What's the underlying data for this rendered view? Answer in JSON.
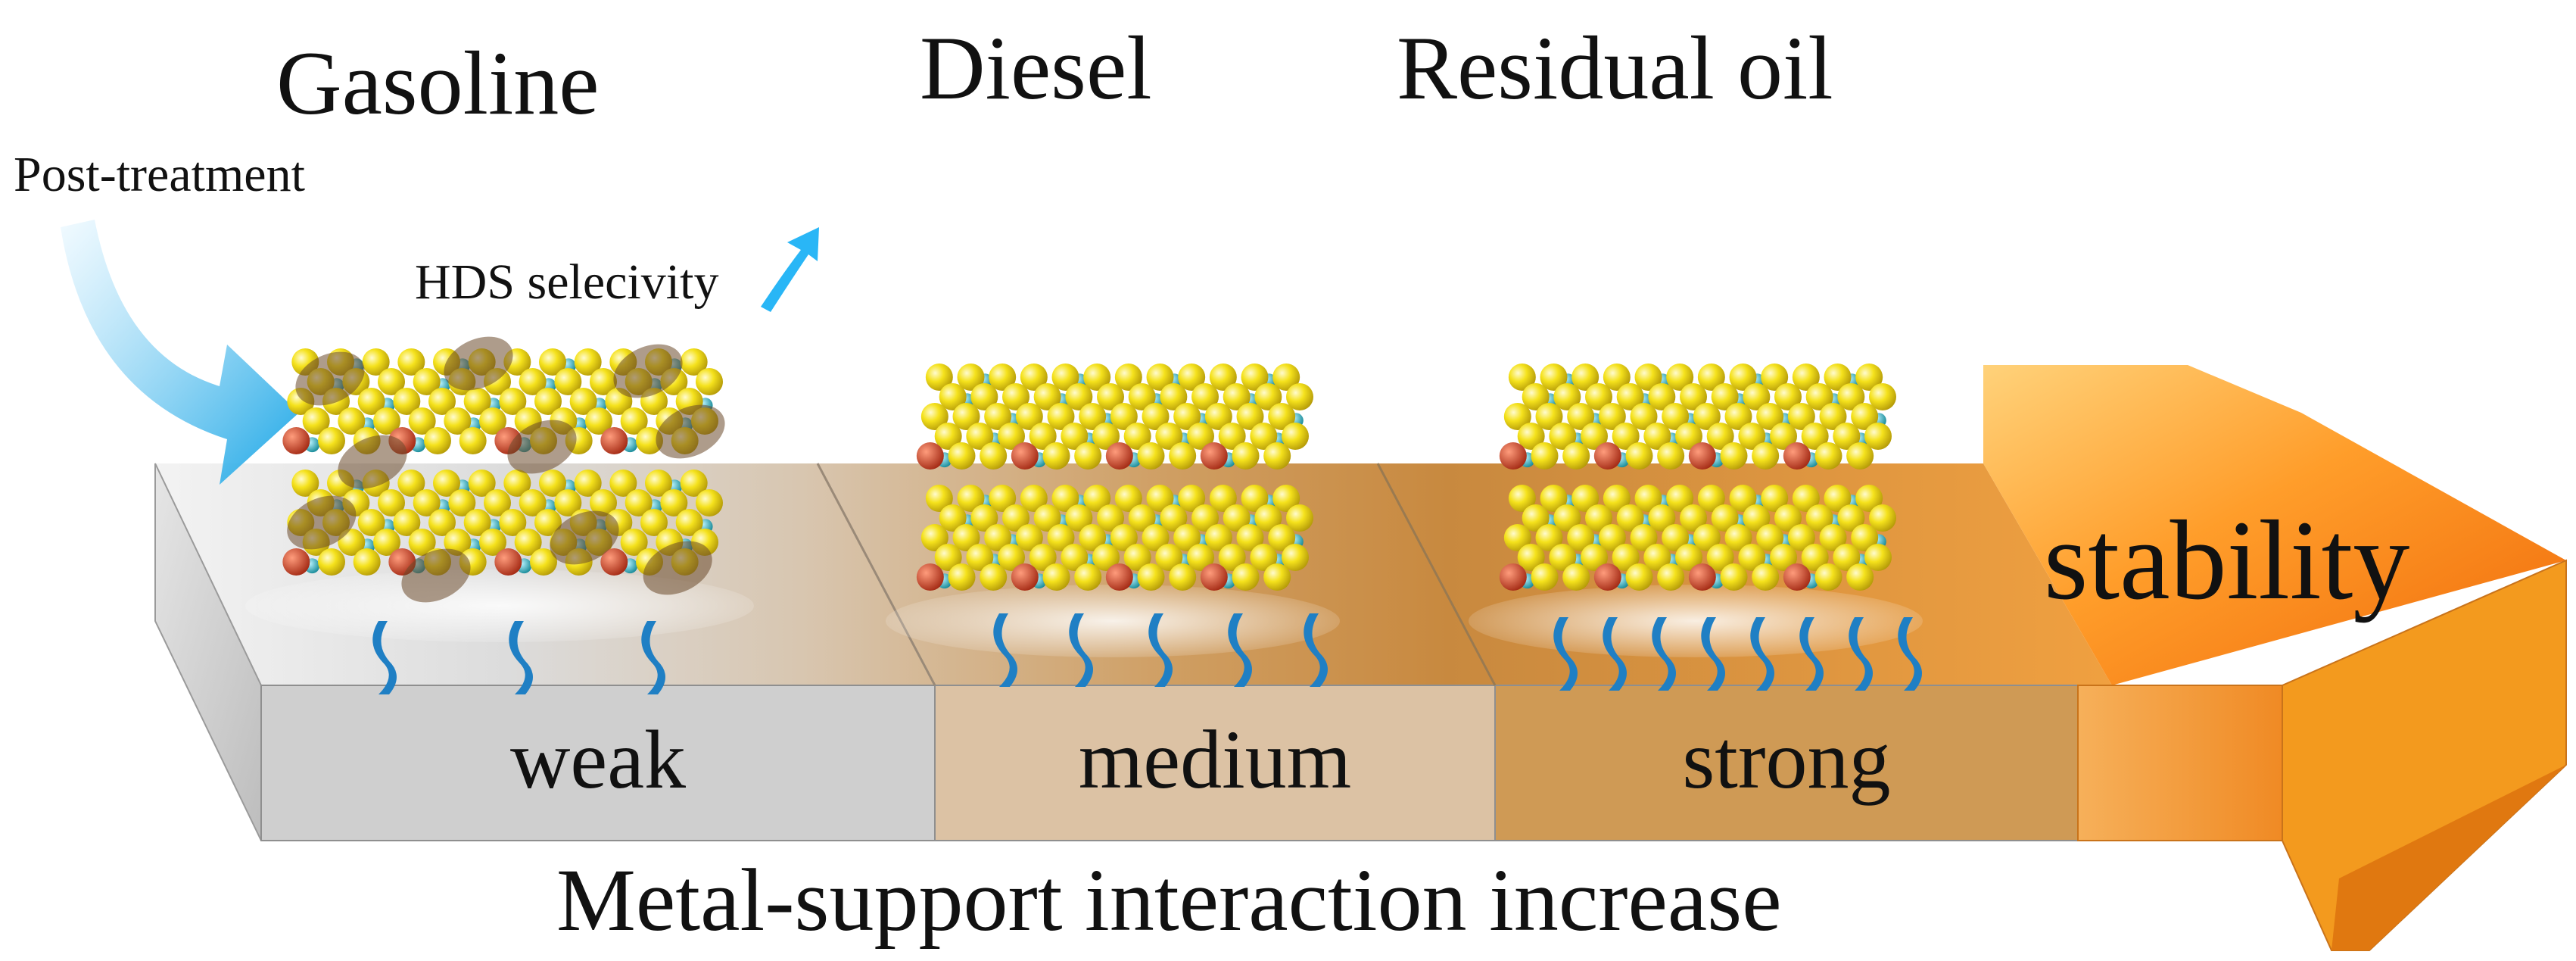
{
  "fuels": [
    {
      "key": "gasoline",
      "label": "Gasoline"
    },
    {
      "key": "diesel",
      "label": "Diesel"
    },
    {
      "key": "residual",
      "label": "Residual oil"
    }
  ],
  "annotations": {
    "post_treatment": "Post-treatment",
    "hds_selectivity": "HDS selecivity"
  },
  "segments": [
    {
      "key": "weak",
      "label": "weak",
      "color": "#cfcfcf"
    },
    {
      "key": "medium",
      "label": "medium",
      "color": "#dcc2a4"
    },
    {
      "key": "strong",
      "label": "strong",
      "color": "#cf9a55"
    }
  ],
  "arrow": {
    "label": "stability",
    "color": "#f39a1e"
  },
  "axis_caption": "Metal-support interaction increase",
  "colors": {
    "sulfur_atom": "#f2e21c",
    "metal_atom": "#2aa7b5",
    "edge_atom": "#c0392b",
    "anchor": "#1f7fc4",
    "hint": "#29b6f6"
  }
}
